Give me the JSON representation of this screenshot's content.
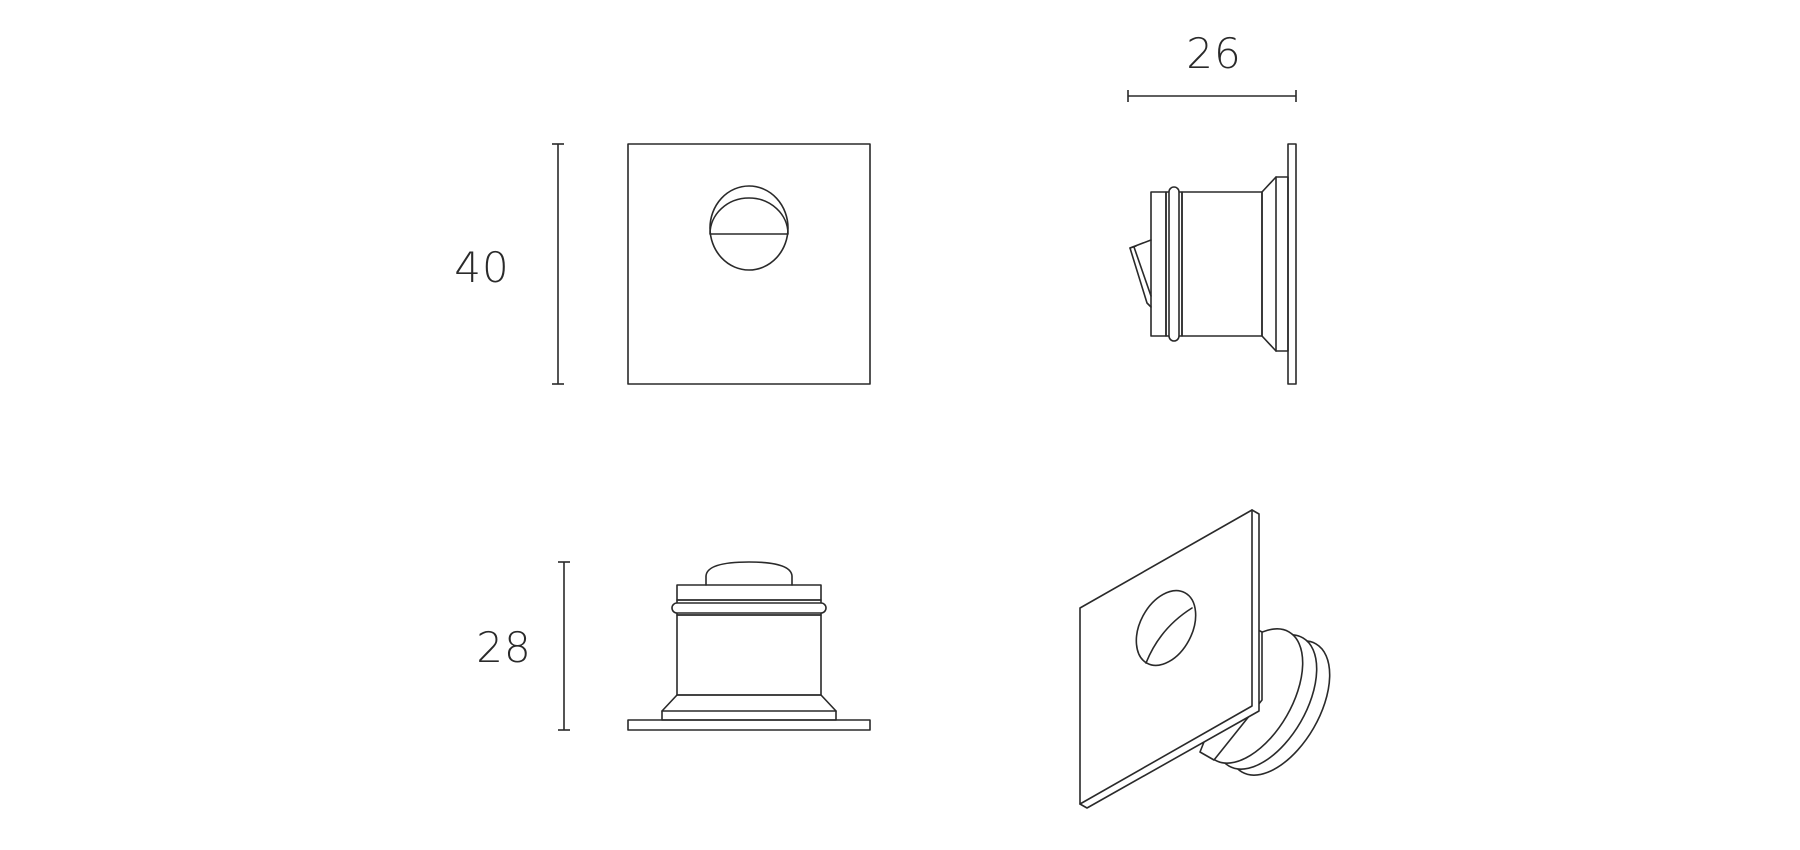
{
  "dimensions": {
    "height_label": "40",
    "depth_label": "26",
    "width_label": "28"
  },
  "colors": {
    "line": "#2a2a2a",
    "background": "#ffffff"
  }
}
